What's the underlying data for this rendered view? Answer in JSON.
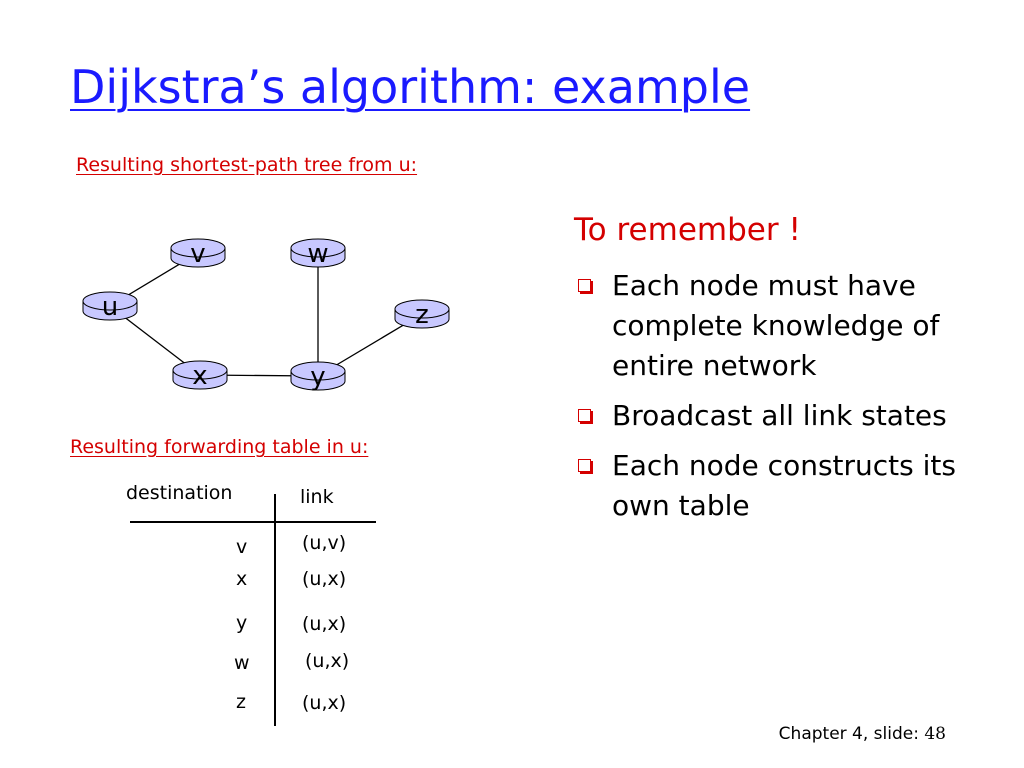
{
  "slide": {
    "title": "Dijkstra’s algorithm: example",
    "tree_caption": "Resulting shortest-path tree from u:",
    "table_caption": "Resulting forwarding table in u:"
  },
  "graph": {
    "nodes": [
      {
        "id": "u",
        "label": "u"
      },
      {
        "id": "v",
        "label": "v"
      },
      {
        "id": "w",
        "label": "w"
      },
      {
        "id": "x",
        "label": "x"
      },
      {
        "id": "y",
        "label": "y"
      },
      {
        "id": "z",
        "label": "z"
      }
    ],
    "edges": [
      {
        "from": "u",
        "to": "v"
      },
      {
        "from": "u",
        "to": "x"
      },
      {
        "from": "x",
        "to": "y"
      },
      {
        "from": "y",
        "to": "w"
      },
      {
        "from": "y",
        "to": "z"
      }
    ],
    "node_color": "#c8c8ff"
  },
  "forwarding_table": {
    "headers": {
      "destination": "destination",
      "link": "link"
    },
    "rows": [
      {
        "destination": "v",
        "link": "(u,v)"
      },
      {
        "destination": "x",
        "link": "(u,x)"
      },
      {
        "destination": "y",
        "link": "(u,x)"
      },
      {
        "destination": "w",
        "link": "(u,x)"
      },
      {
        "destination": "z",
        "link": "(u,x)"
      }
    ]
  },
  "remember": {
    "heading": "To remember !",
    "bullets": [
      "Each node must have complete knowledge of entire network",
      "Broadcast all link states",
      "Each node constructs its own table"
    ]
  },
  "footer": {
    "label": "Chapter 4, slide:",
    "number": "48"
  },
  "colors": {
    "title": "#1a1aff",
    "accent_red": "#d40000",
    "node_fill": "#c8c8ff"
  }
}
